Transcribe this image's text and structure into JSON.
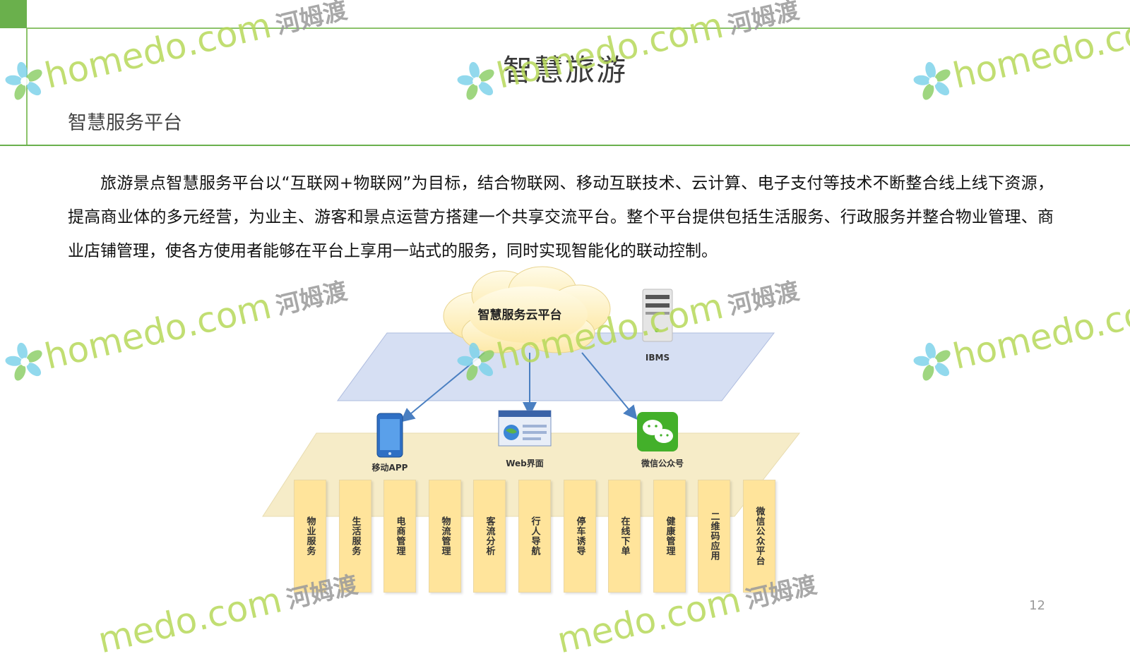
{
  "header": {
    "title": "智慧旅游",
    "subtitle": "智慧服务平台"
  },
  "body": {
    "paragraph": "旅游景点智慧服务平台以“互联网+物联网”为目标，结合物联网、移动互联技术、云计算、电子支付等技术不断整合线上线下资源，提高商业体的多元经营，为业主、游客和景点运营方搭建一个共享交流平台。整个平台提供包括生活服务、行政服务并整合物业管理、商业店铺管理，使各方使用者能够在平台上享用一站式的服务，同时实现智能化的联动控制。"
  },
  "diagram": {
    "cloud_label": "智慧服务云平台",
    "server_label": "IBMS",
    "nodes": {
      "mobile": "移动APP",
      "web": "Web界面",
      "wechat": "微信公众号"
    },
    "columns": [
      "物业服务",
      "生活服务",
      "电商管理",
      "物流管理",
      "客流分析",
      "行人导航",
      "停车诱导",
      "在线下单",
      "健康管理",
      "二维码应用",
      "微信公众平台"
    ]
  },
  "footer": {
    "page_number": "12"
  },
  "watermark": {
    "brand": "homedo",
    "domain": ".com",
    "brand_right": "homedo.co",
    "brand_bottom_left": "medo",
    "cn": "河姆渡"
  },
  "colors": {
    "accent": "#6ab04c",
    "watermark_green": "#b7d95a",
    "column_fill": "#ffe49b",
    "upper_platform": "#d6dff3",
    "lower_platform": "#f6ecc8"
  }
}
